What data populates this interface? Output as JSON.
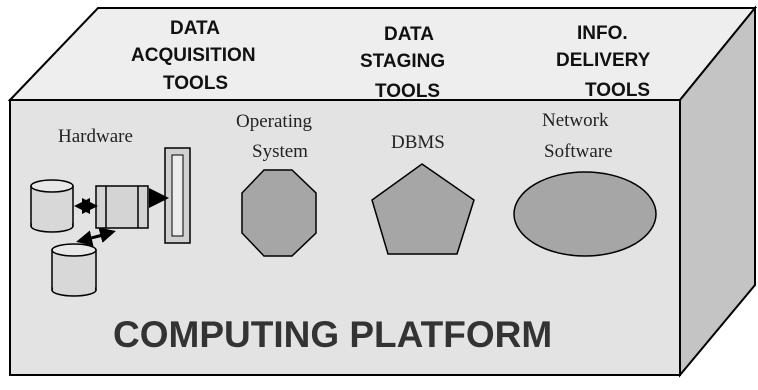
{
  "tool_groups": [
    {
      "lines": [
        "DATA",
        "ACQUISITION",
        "TOOLS"
      ]
    },
    {
      "lines": [
        "DATA",
        "STAGING",
        "TOOLS"
      ]
    },
    {
      "lines": [
        "INFO.",
        "DELIVERY",
        "TOOLS"
      ]
    }
  ],
  "components": {
    "hardware": {
      "label": "Hardware"
    },
    "operating_system": {
      "lines": [
        "Operating",
        "System"
      ]
    },
    "dbms": {
      "label": "DBMS"
    },
    "network_software": {
      "lines": [
        "Network",
        "Software"
      ]
    }
  },
  "platform_title": "COMPUTING PLATFORM",
  "colors": {
    "front_face": "#e3e3e3",
    "top_face": "#eeeeee",
    "side_face": "#c4c4c4",
    "shape_fill": "#a6a6a6",
    "outline": "#000000"
  }
}
